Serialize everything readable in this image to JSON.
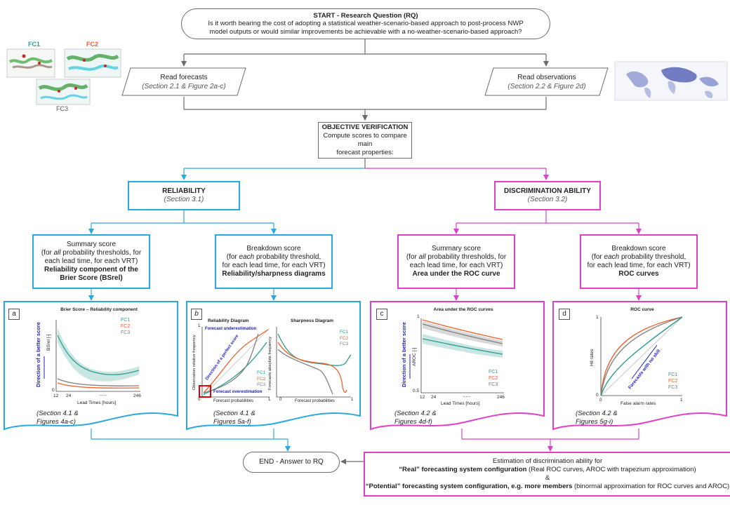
{
  "start": {
    "title": "START - Research Question (RQ)",
    "question": "Is it worth bearing the cost of adopting a statistical weather-scenario-based approach to post-process NWP model outputs or would similar improvements be achievable with a no-weather-scenario-based approach?"
  },
  "read_forecasts": {
    "label": "Read forecasts",
    "ref": "(Section 2.1 & Figure 2a-c)"
  },
  "read_observations": {
    "label": "Read observations",
    "ref": "(Section 2.2 & Figure 2d)"
  },
  "thumbs": {
    "fc1": "FC1",
    "fc2": "FC2",
    "fc3": "FC3"
  },
  "objective": {
    "title": "OBJECTIVE VERIFICATION",
    "line1": "Compute scores to compare main",
    "line2": "forecast properties:"
  },
  "reliability": {
    "title": "RELIABILITY",
    "ref": "(Section 3.1)"
  },
  "discrimination": {
    "title": "DISCRIMINATION ABILITY",
    "ref": "(Section 3.2)"
  },
  "boxes": {
    "rel_summary": {
      "l1": "Summary score",
      "l2a": "(for ",
      "l2b": "all",
      "l2c": " probability thresholds, for",
      "l3": "each lead time, for each VRT)",
      "l4": "Reliability component of the",
      "l5": "Brier Score (BSrel)"
    },
    "rel_breakdown": {
      "l1": "Breakdown score",
      "l2a": "(for ",
      "l2b": "each",
      "l2c": " probability threshold,",
      "l3": "for each lead time, for each VRT)",
      "l4": "Reliability/sharpness diagrams"
    },
    "dis_summary": {
      "l1": "Summary score",
      "l2a": "(for ",
      "l2b": "all",
      "l2c": " probability thresholds, for",
      "l3": "each lead time, for each VRT)",
      "l4": "Area under the ROC curve"
    },
    "dis_breakdown": {
      "l1": "Breakdown score",
      "l2a": "(for ",
      "l2b": "each",
      "l2c": " probability threshold,",
      "l3": "for each lead time, for each VRT)",
      "l4": "ROC curves"
    }
  },
  "panels": {
    "a": {
      "label": "a",
      "title": "Brier Score – Reliability component",
      "ylabel": "BSrel [-]",
      "xlabel": "Lead Times [hours]",
      "x0": "12",
      "x1": "24",
      "xdots": "......",
      "xend": "246",
      "y0": "0",
      "arrow": "Direction of a better score",
      "cap1": "(Section 4.1 &",
      "cap2": "Figures 4a-c)"
    },
    "b": {
      "label": "b",
      "title1": "Reliability Diagram",
      "title2": "Sharpness Diagram",
      "ylabel1": "Observation relative frequency",
      "ylabel2": "Forecasts absolute frequency",
      "xlabel1": "Forecast probabilities",
      "xlabel2": "Forecast probabilities",
      "under": "Forecast underestimation",
      "over": "Forecast overestimation",
      "perfect": "Direction of a perfect score",
      "zero": "0",
      "one": "1",
      "cap1": "(Section 4.1 &",
      "cap2": "Figures 5a-f)"
    },
    "c": {
      "label": "c",
      "title": "Area under the ROC curves",
      "ylabel": "AROC [-]",
      "xlabel": "Lead Times [hours]",
      "x0": "12",
      "x1": "24",
      "xdots": "......",
      "xend": "246",
      "y0": "0.5",
      "y1": "1",
      "arrow": "Direction of a better score",
      "cap1": "(Section 4.2 &",
      "cap2": "Figures 4d-f)"
    },
    "d": {
      "label": "d",
      "title": "ROC curve",
      "ylabel": "Hit rates",
      "xlabel": "False alarm rates",
      "zero": "0",
      "one": "1",
      "noskill": "Forecasts with no skill",
      "cap1": "(Section 4.2 &",
      "cap2": "Figures 5g-i)"
    }
  },
  "legend": [
    "FC1",
    "FC2",
    "FC3"
  ],
  "end": {
    "label": "END - Answer to RQ"
  },
  "estimation": {
    "l1": "Estimation of discrimination ability for",
    "l2a": "“Real” forecasting system configuration",
    "l2b": " (Real ROC curves, AROC with trapezium approximation)",
    "l3": "&",
    "l4a": "“Potential” forecasting system configuration, e.g. more members",
    "l4b": " (binormal approximation for ROC curves and AROC)"
  },
  "colors": {
    "fc1": "#2a9d8f",
    "fc2": "#f0602a",
    "fc3": "#808080",
    "blue": "#2aa9e0",
    "pink": "#e040c8",
    "gray": "#6b6b6b",
    "arrowblue": "#2020c0"
  }
}
